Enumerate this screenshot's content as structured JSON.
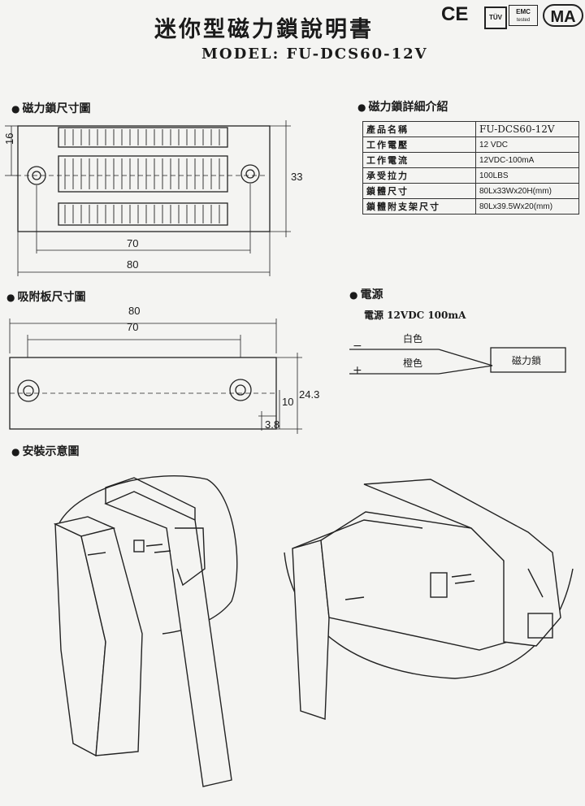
{
  "header": {
    "title": "迷你型磁力鎖說明書",
    "model": "MODEL: FU-DCS60-12V",
    "certs": {
      "ce": "CE",
      "tuv": "TÜV",
      "emc": "EMC",
      "emc_sub": "tested",
      "ma": "MA"
    }
  },
  "sections": {
    "lock_dimensions": "磁力鎖尺寸圖",
    "details": "磁力鎖詳細介紹",
    "plate_dimensions": "吸附板尺寸圖",
    "power": "電源",
    "installation": "安裝示意圖"
  },
  "lock_dims": {
    "height_left": "16",
    "height_right": "33",
    "inner_width": "70",
    "outer_width": "80"
  },
  "plate_dims": {
    "outer_width": "80",
    "inner_width": "70",
    "total_height": "24.3",
    "hole_height": "10",
    "offset": "3.8"
  },
  "specs": [
    {
      "label": "產品名稱",
      "value": "FU-DCS60-12V"
    },
    {
      "label": "工作電壓",
      "value": "12 VDC"
    },
    {
      "label": "工作電流",
      "value": "12VDC-100mA"
    },
    {
      "label": "承受拉力",
      "value": "100LBS"
    },
    {
      "label": "鎖體尺寸",
      "value": "80Lx33Wx20H(mm)"
    },
    {
      "label": "鎖體附支架尺寸",
      "value": "80Lx39.5Wx20(mm)"
    }
  ],
  "power": {
    "rating": "電源 12VDC 100mA",
    "wire_white": "白色",
    "wire_orange": "橙色",
    "minus": "−",
    "plus": "+",
    "device": "磁力鎖"
  }
}
